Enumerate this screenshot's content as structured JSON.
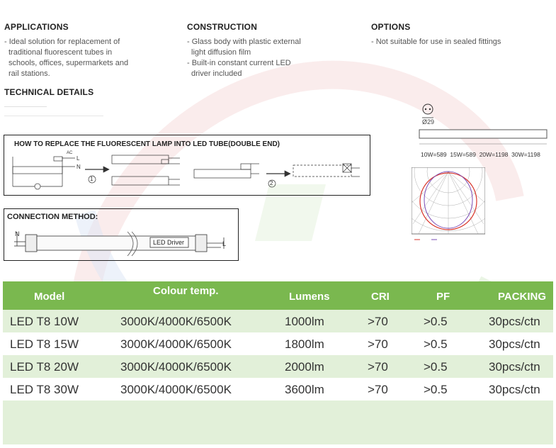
{
  "applications": {
    "title": "APPLICATIONS",
    "lines": [
      "- Ideal solution for replacement of",
      "traditional fluorescent tubes in",
      "schools, offices, supermarkets and",
      "rail stations."
    ]
  },
  "construction": {
    "title": "CONSTRUCTION",
    "lines": [
      "- Glass body with plastic external",
      "light diffusion film",
      "- Built-in constant current LED",
      "driver included"
    ]
  },
  "options": {
    "title": "OPTIONS",
    "lines": [
      "- Not suitable for use in sealed fittings"
    ]
  },
  "technical": {
    "title": "TECHNICAL DETAILS"
  },
  "dimensions": {
    "diameter": "Ø29",
    "lengths": "10W=589  15W=589  20W=1198  30W=1198"
  },
  "replace_diagram": {
    "title": "HOW TO REPLACE THE FLUORESCENT LAMP INTO LED TUBE(DOUBLE END)",
    "step1": "1",
    "step2": "2",
    "ac": "AC",
    "l": "L",
    "n": "N"
  },
  "connection": {
    "title": "CONNECTION METHOD:",
    "n": "N",
    "l": "L",
    "driver": "LED Driver"
  },
  "table": {
    "headers": {
      "model": "Model",
      "temp": "Colour temp.",
      "lumens": "Lumens",
      "cri": "CRI",
      "pf": "PF",
      "packing": "PACKING"
    },
    "rows": [
      {
        "model": "LED T8 10W",
        "temp": "3000K/4000K/6500K",
        "lumens": "1000lm",
        "cri": ">70",
        "pf": ">0.5",
        "packing": "30pcs/ctn"
      },
      {
        "model": "LED T8 15W",
        "temp": "3000K/4000K/6500K",
        "lumens": "1800lm",
        "cri": ">70",
        "pf": ">0.5",
        "packing": "30pcs/ctn"
      },
      {
        "model": "LED T8 20W",
        "temp": "3000K/4000K/6500K",
        "lumens": "2000lm",
        "cri": ">70",
        "pf": ">0.5",
        "packing": "30pcs/ctn"
      },
      {
        "model": "LED T8 30W",
        "temp": "3000K/4000K/6500K",
        "lumens": "3600lm",
        "cri": ">70",
        "pf": ">0.5",
        "packing": "30pcs/ctn"
      }
    ]
  },
  "colors": {
    "header_green": "#7ab84f",
    "row_green": "#e2f0d9",
    "polar_red": "#d9362b",
    "polar_purple": "#7a4bb5"
  }
}
